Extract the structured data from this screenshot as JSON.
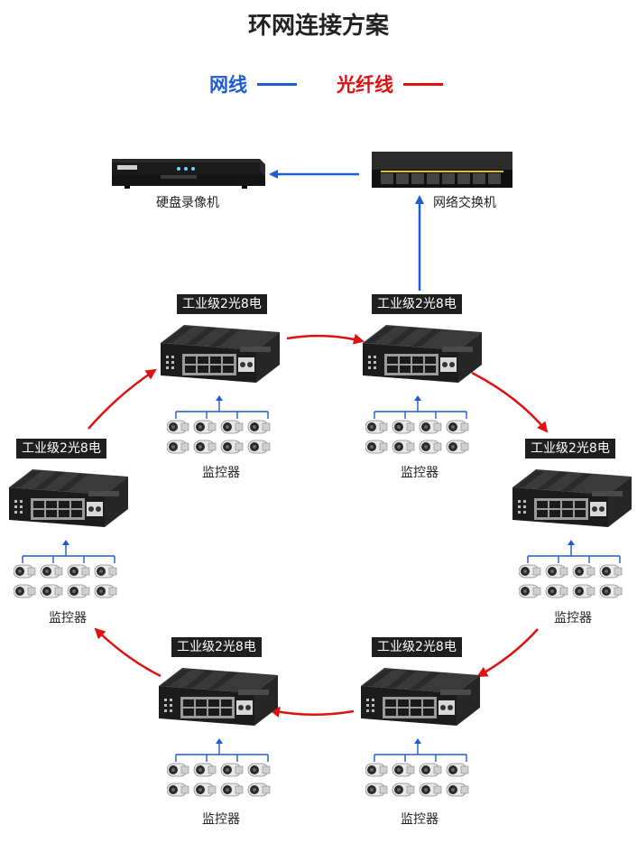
{
  "title": "环网连接方案",
  "legend": {
    "network_cable": {
      "label": "网线",
      "color": "#1e5bd6"
    },
    "fiber_cable": {
      "label": "光纤线",
      "color": "#e01010"
    }
  },
  "devices": {
    "dvr": {
      "label": "硬盘录像机",
      "icon": "dvr-icon"
    },
    "switch": {
      "label": "网络交换机",
      "icon": "network-switch-icon"
    }
  },
  "ring_nodes": [
    {
      "tag": "工业级2光8电",
      "camera_label": "监控器",
      "cameras": 8
    },
    {
      "tag": "工业级2光8电",
      "camera_label": "监控器",
      "cameras": 8
    },
    {
      "tag": "工业级2光8电",
      "camera_label": "监控器",
      "cameras": 8
    },
    {
      "tag": "工业级2光8电",
      "camera_label": "监控器",
      "cameras": 8
    },
    {
      "tag": "工业级2光8电",
      "camera_label": "监控器",
      "cameras": 8
    },
    {
      "tag": "工业级2光8电",
      "camera_label": "监控器",
      "cameras": 8
    }
  ]
}
